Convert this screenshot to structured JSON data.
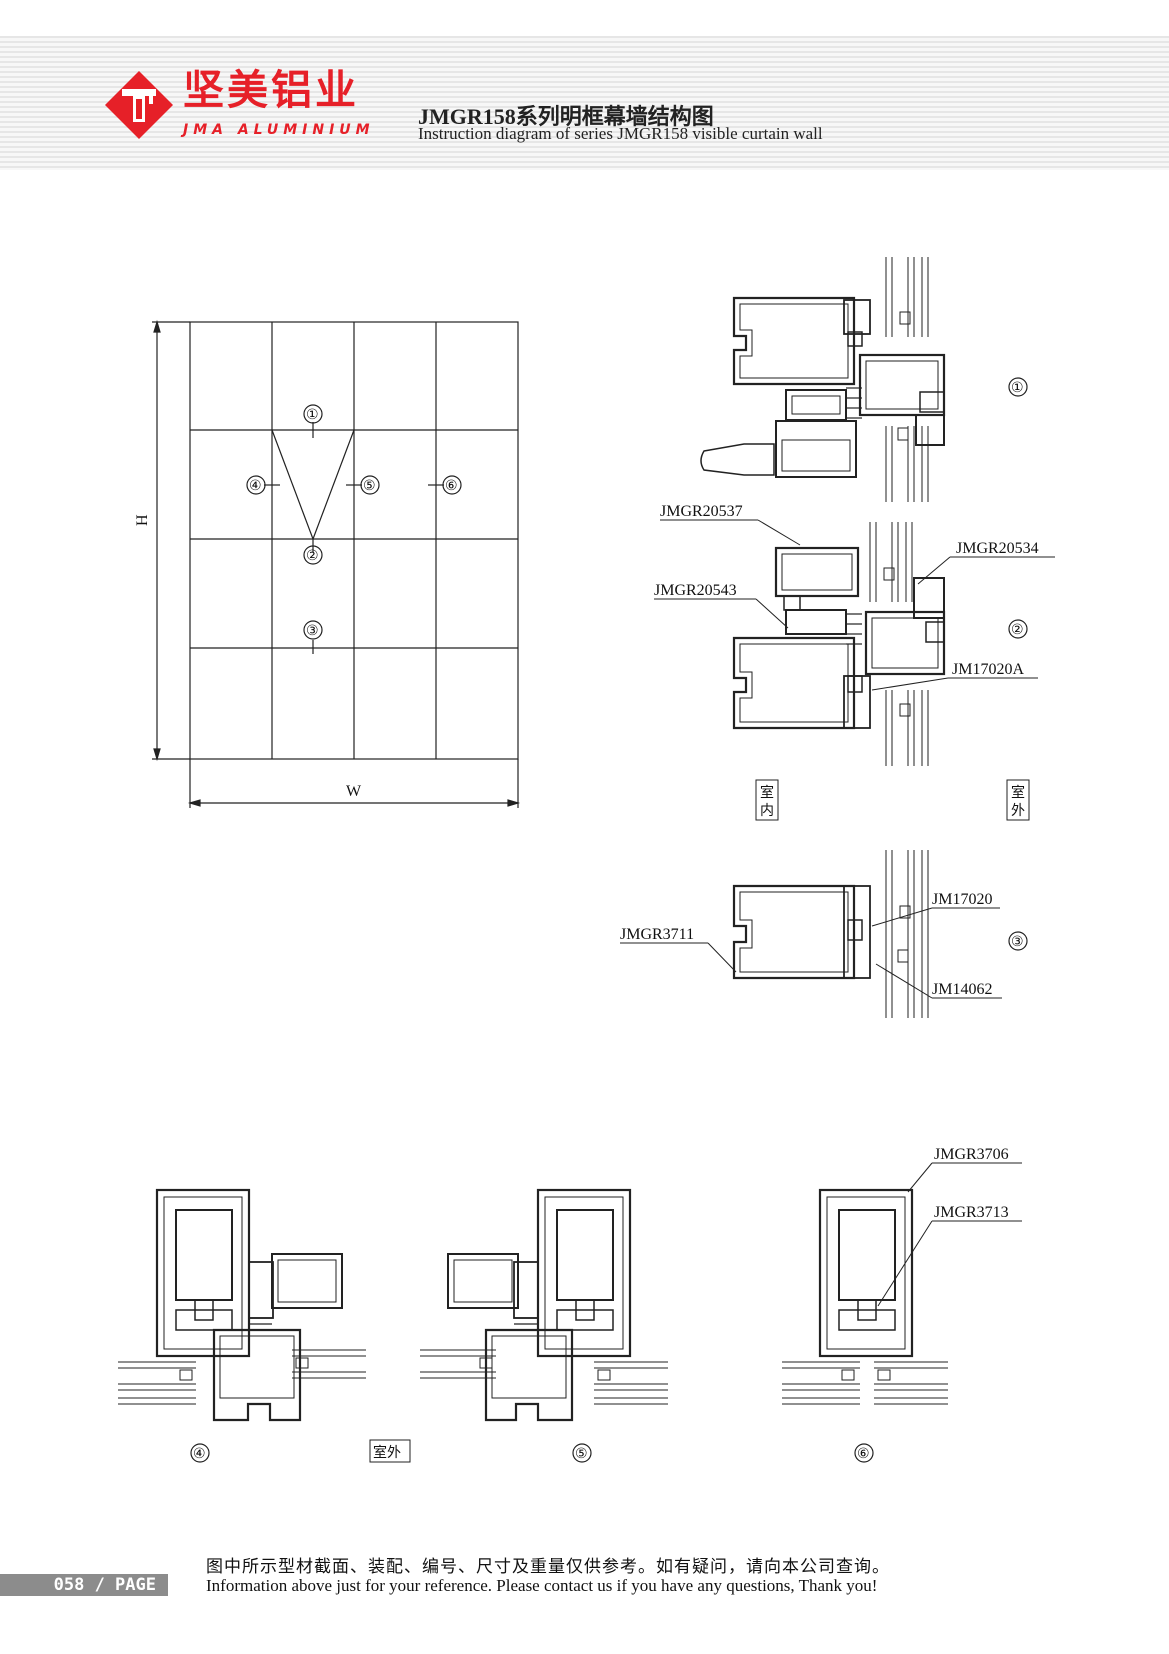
{
  "header": {
    "brand_cn": "坚美铝业",
    "brand_en": "JMA ALUMINIUM",
    "title_cn": "JMGR158系列明框幕墙结构图",
    "title_en": "Instruction diagram of series JMGR158 visible curtain wall",
    "brand_color": "#e62028"
  },
  "elevation": {
    "height_label": "H",
    "width_label": "W",
    "markers": [
      "①",
      "②",
      "③",
      "④",
      "⑤",
      "⑥"
    ]
  },
  "sections": {
    "s1_number": "①",
    "s2_number": "②",
    "s3_number": "③",
    "s4_number": "④",
    "s5_number": "⑤",
    "s6_number": "⑥",
    "part_20537": "JMGR20537",
    "part_20534": "JMGR20534",
    "part_20543": "JMGR20543",
    "part_17020a": "JM17020A",
    "part_17020": "JM17020",
    "part_3711": "JMGR3711",
    "part_14062": "JM14062",
    "part_3706": "JMGR3706",
    "part_3713": "JMGR3713",
    "indoor_a": "室",
    "indoor_b": "内",
    "outdoor_a": "室",
    "outdoor_b": "外",
    "outdoor_label": "室外"
  },
  "footer": {
    "note_cn": "图中所示型材截面、装配、编号、尺寸及重量仅供参考。如有疑问，请向本公司查询。",
    "note_en": "Information above just for your reference. Please contact us if you have any questions, Thank you!",
    "page": "058 / PAGE"
  }
}
